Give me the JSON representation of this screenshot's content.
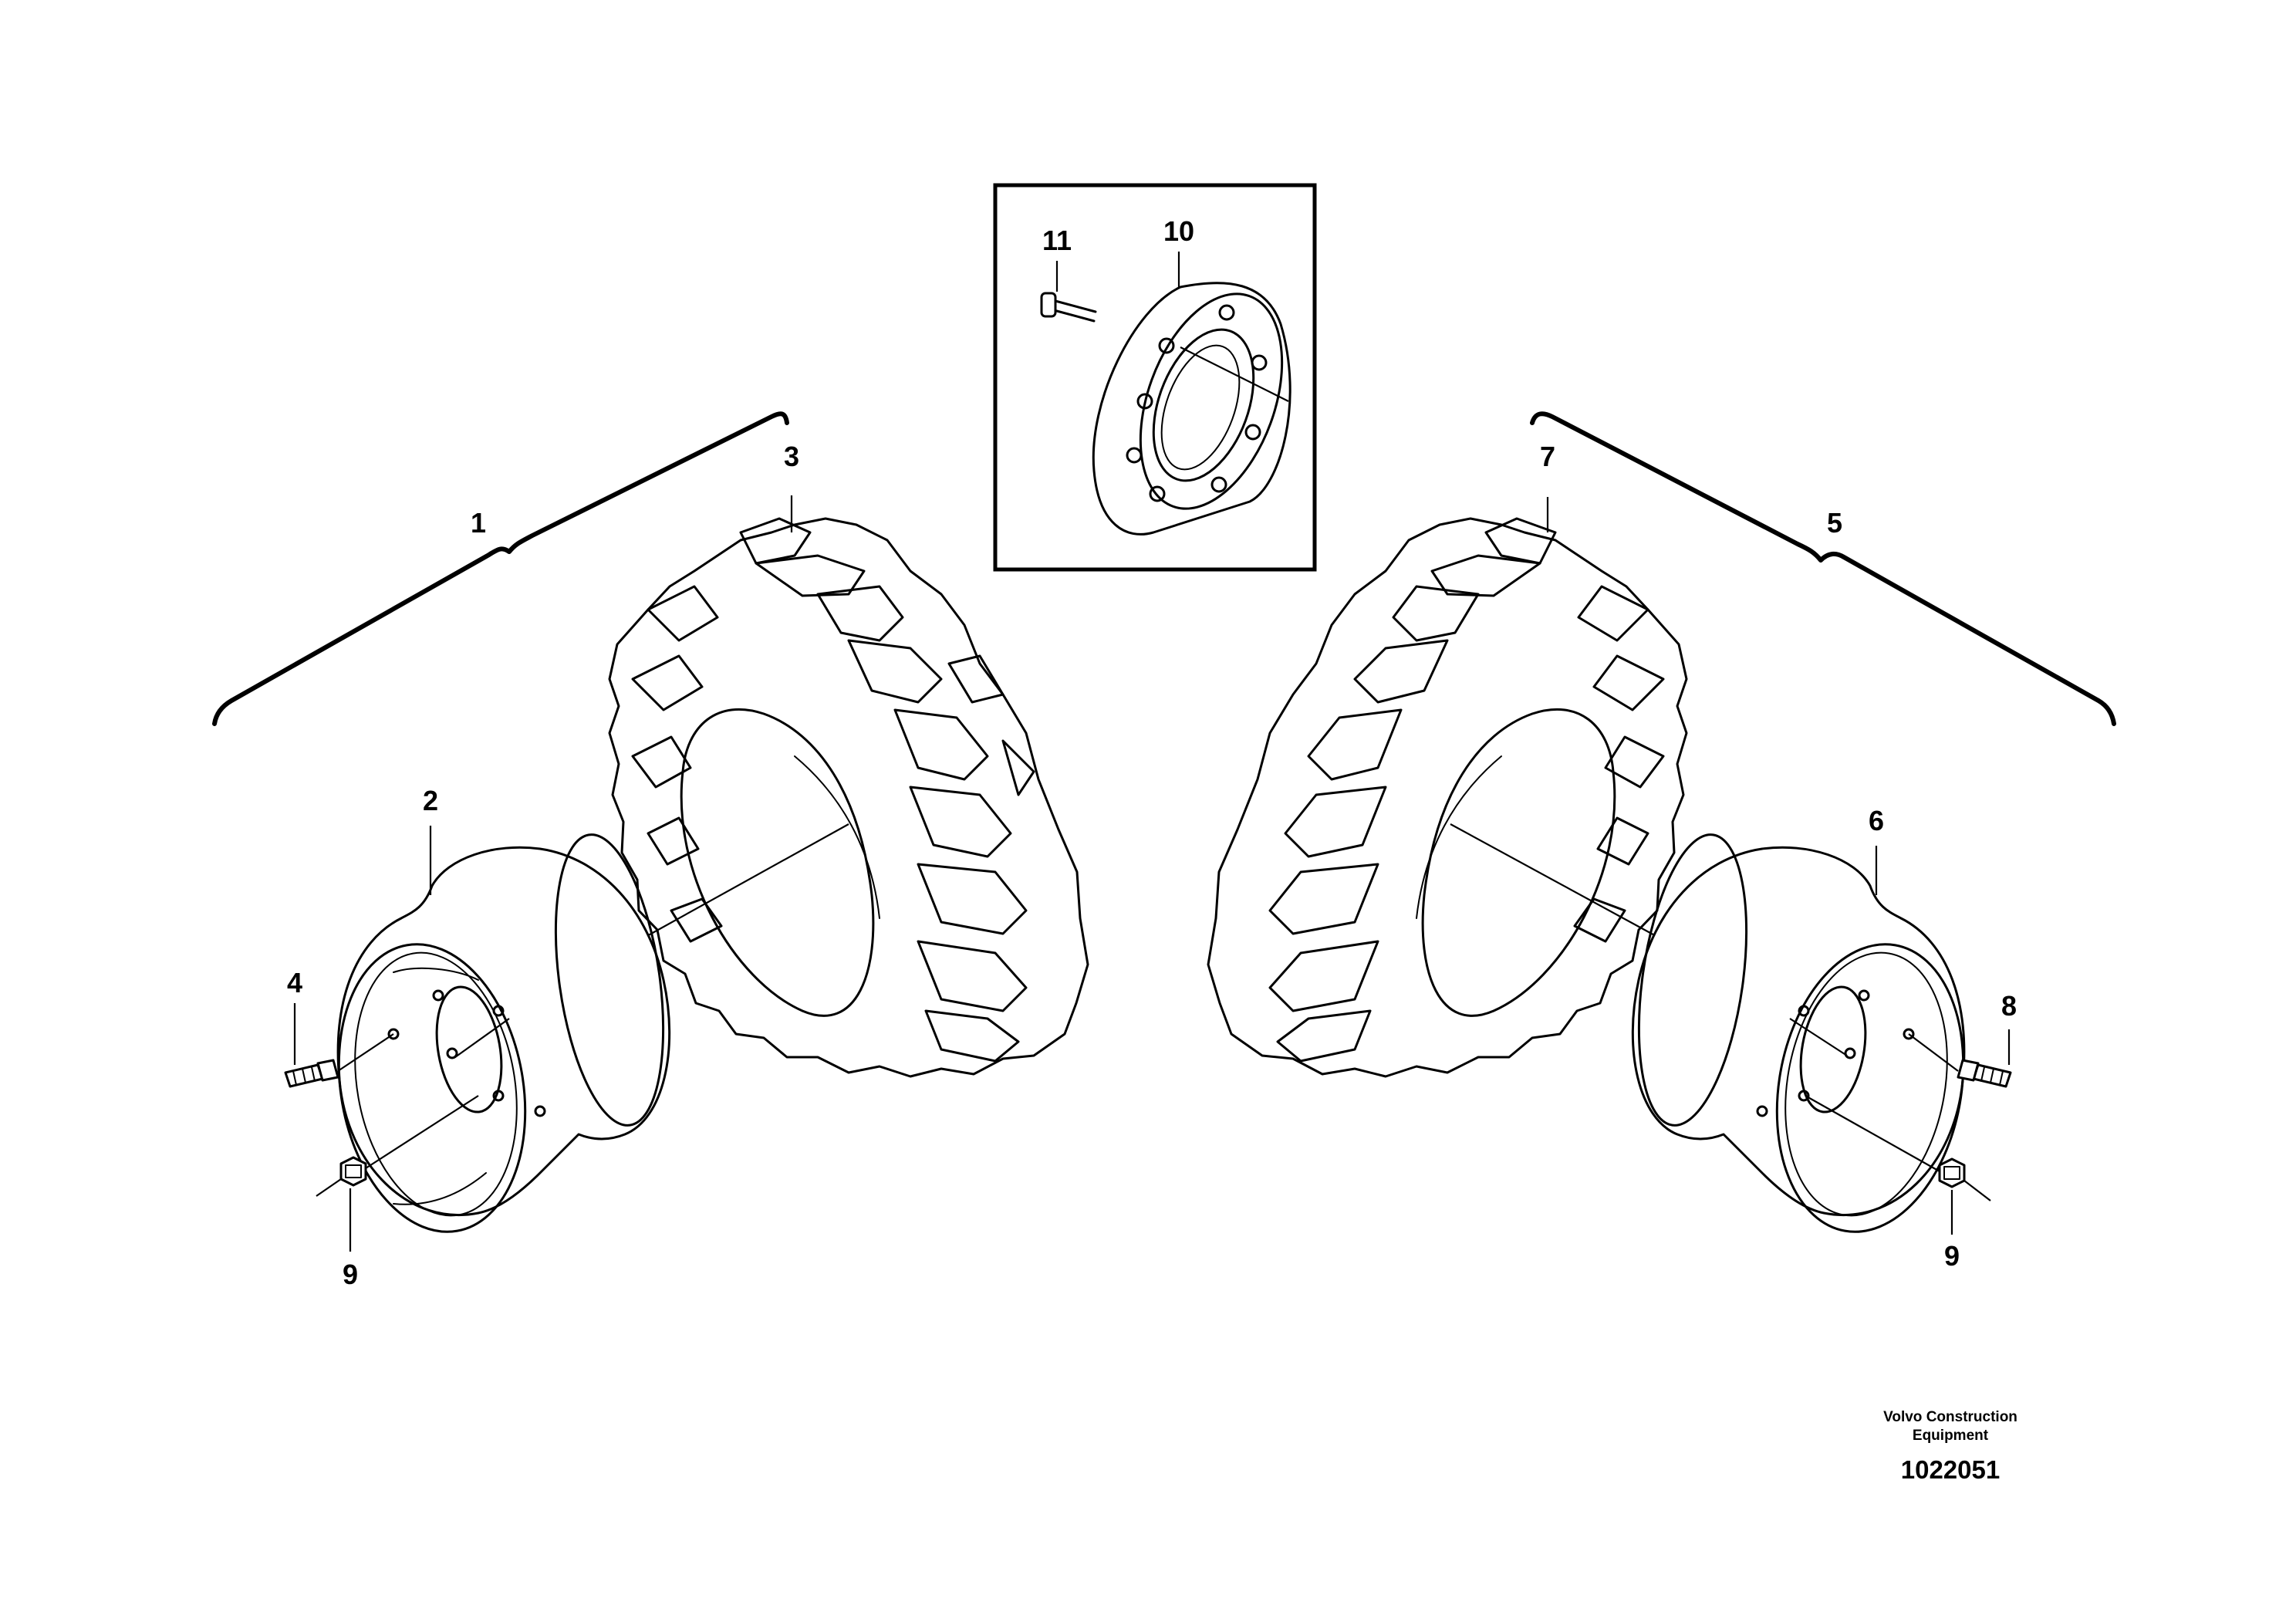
{
  "callouts": {
    "c1": "1",
    "c2": "2",
    "c3": "3",
    "c4": "4",
    "c5": "5",
    "c6": "6",
    "c7": "7",
    "c8": "8",
    "c9a": "9",
    "c9b": "9",
    "c10": "10",
    "c11": "11"
  },
  "footer": {
    "company_line1": "Volvo Construction",
    "company_line2": "Equipment",
    "drawing_number": "1022051"
  }
}
